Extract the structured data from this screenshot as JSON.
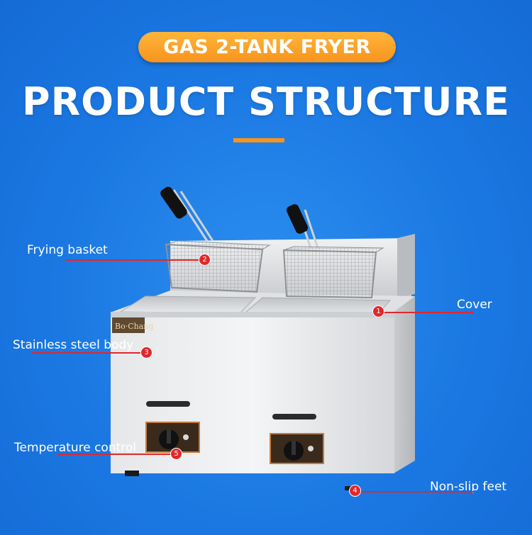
{
  "header": {
    "badge": "GAS 2-TANK FRYER",
    "title": "PRODUCT STRUCTURE"
  },
  "colors": {
    "background": "#1b78e2",
    "accent": "#f7941d",
    "marker": "#e0282c"
  },
  "callouts": [
    {
      "number": "1",
      "label": "Cover"
    },
    {
      "number": "2",
      "label": "Frying basket"
    },
    {
      "number": "3",
      "label": "Stainless steel body"
    },
    {
      "number": "4",
      "label": "Non-slip feet"
    },
    {
      "number": "5",
      "label": "Temperature control"
    }
  ]
}
